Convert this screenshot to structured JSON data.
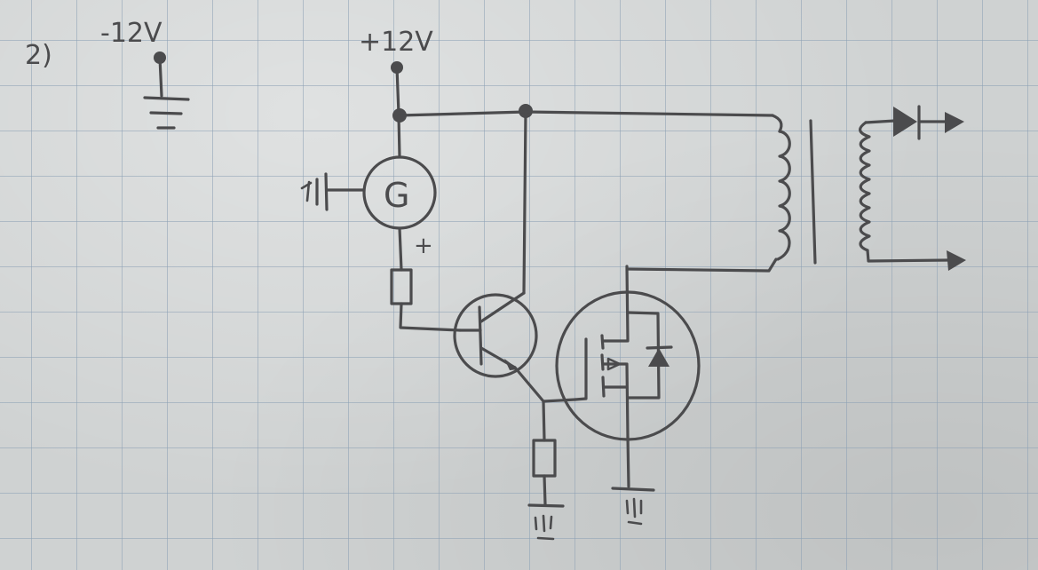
{
  "labels": {
    "problem_number": "2)",
    "negative_supply": "-12V",
    "positive_supply": "+12V",
    "generator_symbol": "G",
    "generator_polarity": "+"
  },
  "colors": {
    "ink": "#4b4b4d",
    "paper": "#cfd2d2",
    "grid": "#8ca0b4"
  }
}
